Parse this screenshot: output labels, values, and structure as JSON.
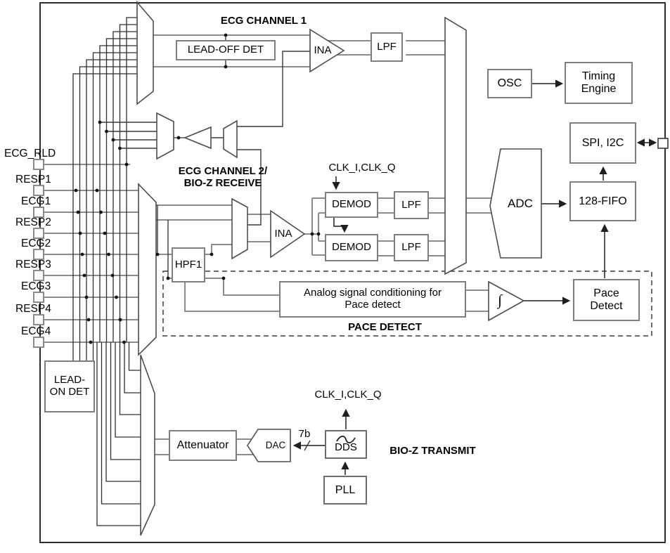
{
  "pins": [
    {
      "label": "ECG_RLD"
    },
    {
      "label": "RESP1"
    },
    {
      "label": "ECG1"
    },
    {
      "label": "RESP2"
    },
    {
      "label": "ECG2"
    },
    {
      "label": "RESP3"
    },
    {
      "label": "ECG3"
    },
    {
      "label": "RESP4"
    },
    {
      "label": "ECG4"
    }
  ],
  "section_labels": {
    "ecg_channel_1": "ECG CHANNEL 1",
    "ecg_channel_2": "ECG CHANNEL 2/\nBIO-Z RECEIVE",
    "pace_detect": "PACE DETECT",
    "bioz_transmit": "BIO-Z TRANSMIT"
  },
  "blocks": {
    "lead_off_det": "LEAD-OFF DET",
    "ina1": "INA",
    "lpf1": "LPF",
    "osc": "OSC",
    "timing_engine": "Timing\nEngine",
    "spi_i2c": "SPI, I2C",
    "fifo": "128-FIFO",
    "demod1": "DEMOD",
    "demod2": "DEMOD",
    "lpf2": "LPF",
    "lpf3": "LPF",
    "hpf1": "HPF1",
    "ina2": "INA",
    "adc": "ADC",
    "analog_cond": "Analog signal conditioning for\nPace detect",
    "pace_detect": "Pace\nDetect",
    "lead_on_det": "LEAD-\nON DET",
    "attenuator": "Attenuator",
    "dac": "DAC",
    "dds": "DDS",
    "pll": "PLL"
  },
  "signals": {
    "clk_receive": "CLK_I,CLK_Q",
    "clk_transmit": "CLK_I,CLK_Q",
    "dac_bus_width": "7b",
    "comparator_symbol": "∫"
  },
  "colors": {
    "wire_gray": "#8c8c8c",
    "wire_dark": "#3a3a3a",
    "box_border": "#7f7f7f",
    "border": "#2b2b2b"
  }
}
